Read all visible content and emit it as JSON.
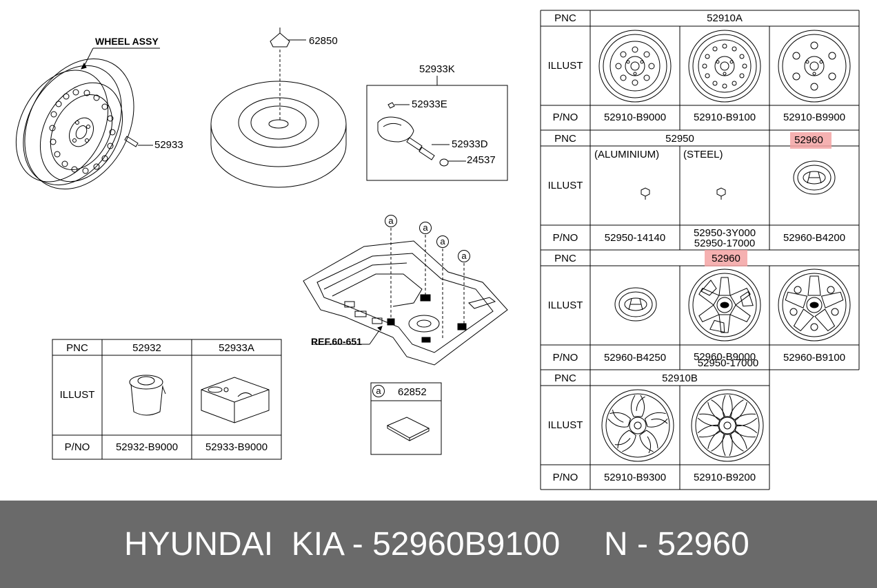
{
  "diagram": {
    "wheel_assy_label": "WHEEL ASSY",
    "callouts": {
      "c62850": "62850",
      "c52933": "52933",
      "c52933K": "52933K",
      "c52933E": "52933E",
      "c52933D": "52933D",
      "c24537": "24537",
      "ref": "REF.60-651",
      "a": "a"
    },
    "table_52932": {
      "pnc_label": "PNC",
      "illust_label": "ILLUST",
      "pno_label": "P/NO",
      "pnc": [
        "52932",
        "52933A"
      ],
      "pno": [
        "52932-B9000",
        "52933-B9000"
      ]
    },
    "box_62852": {
      "letter": "a",
      "pnc": "62852"
    },
    "right_table": {
      "pnc_label": "PNC",
      "illust_label": "ILLUST",
      "pno_label": "P/NO",
      "s1": {
        "pnc": "52910A",
        "pno": [
          "52910-B9000",
          "52910-B9100",
          "52910-B9900"
        ]
      },
      "s2": {
        "pnc_a": "52950",
        "pnc_b": "52960",
        "sub_a": "(ALUMINIUM)",
        "sub_b": "(STEEL)",
        "pno_a": "52950-14140",
        "pno_b1": "52950-3Y000",
        "pno_b2": "52950-17000",
        "pno_c": "52960-B4200"
      },
      "s3": {
        "pnc": "52960",
        "pno_a": "52960-B4250",
        "pno_b1": "52960-B9000",
        "pno_b2": "52950-17000",
        "pno_c": "52960-B9100"
      },
      "s4": {
        "pnc": "52910B",
        "pno": [
          "52910-B9300",
          "52910-B9200"
        ]
      }
    }
  },
  "footer": {
    "brand": "HYUNDAI  KIA - 52960B9100",
    "pnc": "N - 52960"
  },
  "colors": {
    "highlight": "#f3a3a3",
    "footer_bg": "#6a6a6a",
    "footer_text": "#ffffff"
  }
}
